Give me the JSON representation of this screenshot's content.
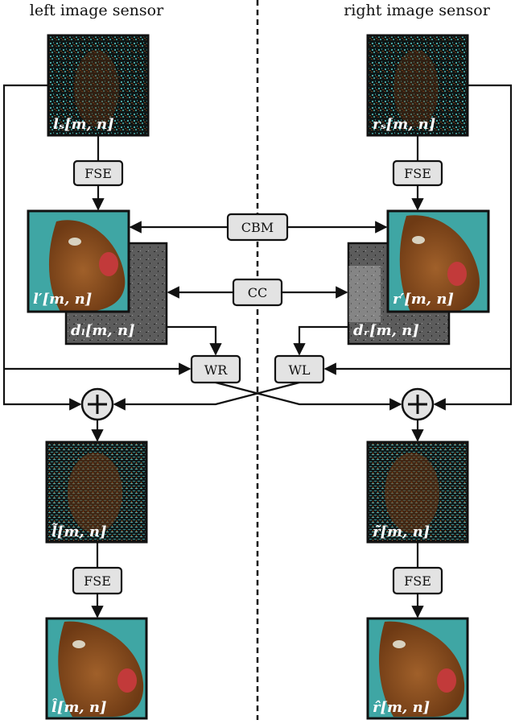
{
  "headers": {
    "left": "left image sensor",
    "right": "right image sensor"
  },
  "boxes": {
    "fse": "FSE",
    "cbm": "CBM",
    "cc": "CC",
    "wr": "WR",
    "wl": "WL"
  },
  "labels": {
    "ls": "lₛ[m, n]",
    "rs": "rₛ[m, n]",
    "lprime": "l′[m, n]",
    "rprime": "r′[m, n]",
    "dl": "dₗ[m, n]",
    "dr": "dᵣ[m, n]",
    "ltilde": "l̃[m, n]",
    "rtilde": "r̃[m, n]",
    "lhat": "l̂[m, n]",
    "rhat": "r̂[m, n]"
  },
  "colors": {
    "sky": "#3fa6a4",
    "dog": "#8a4a1c",
    "dark": "#121a1a",
    "depth": "#5a5a5a"
  }
}
